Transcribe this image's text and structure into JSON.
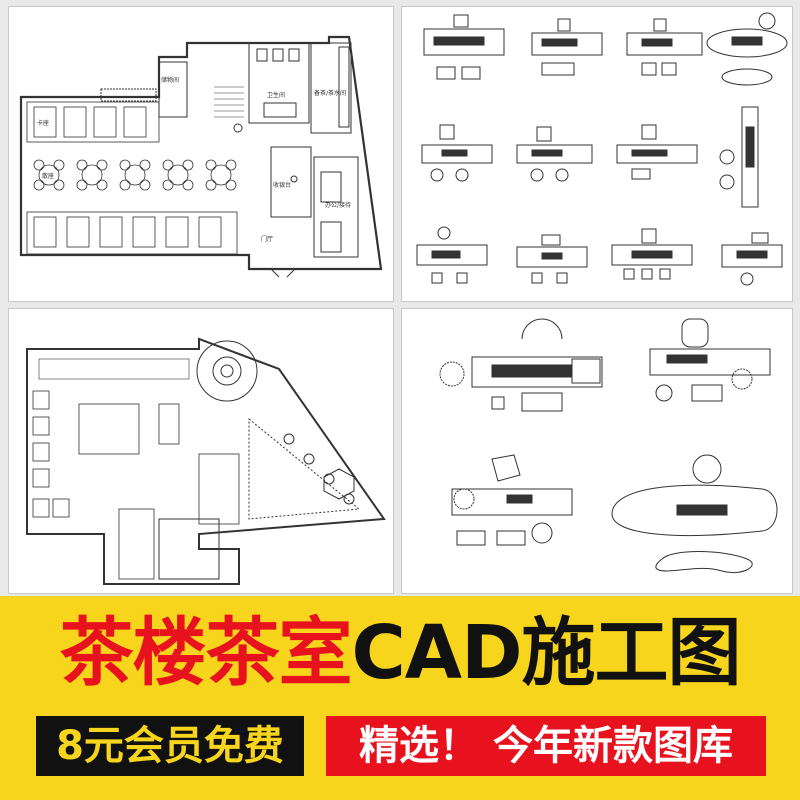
{
  "title": {
    "part1": "茶楼茶室",
    "part2": "CAD施工图"
  },
  "badge_left": "8元会员免费",
  "badge_right": "精选！ 今年新款图库",
  "colors": {
    "band": "#f7d51d",
    "red": "#e8121f",
    "black": "#111111"
  },
  "panel1_labels": {
    "storage": "储物间",
    "wc": "卫生间",
    "tea_prep": "备茶/茶水间",
    "cashier": "收银台",
    "office": "办公/接待",
    "booth": "卡座",
    "table": "散座",
    "door": "门厅"
  }
}
